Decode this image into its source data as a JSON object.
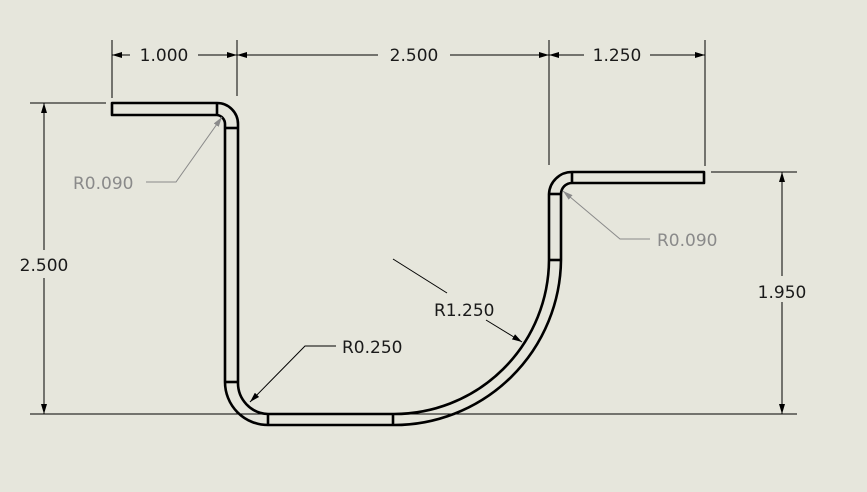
{
  "drawing": {
    "background": "#e6e6dc",
    "profile_color": "#000000",
    "gray_leader_color": "#8a8a8a",
    "dimensions": {
      "top_left": "1.000",
      "top_middle": "2.500",
      "top_right": "1.250",
      "left_height": "2.500",
      "right_height": "1.950"
    },
    "radii": {
      "top_left_bend": "R0.090",
      "top_right_bend": "R0.090",
      "bottom_left_bend": "R0.250",
      "bottom_right_arc": "R1.250"
    }
  }
}
